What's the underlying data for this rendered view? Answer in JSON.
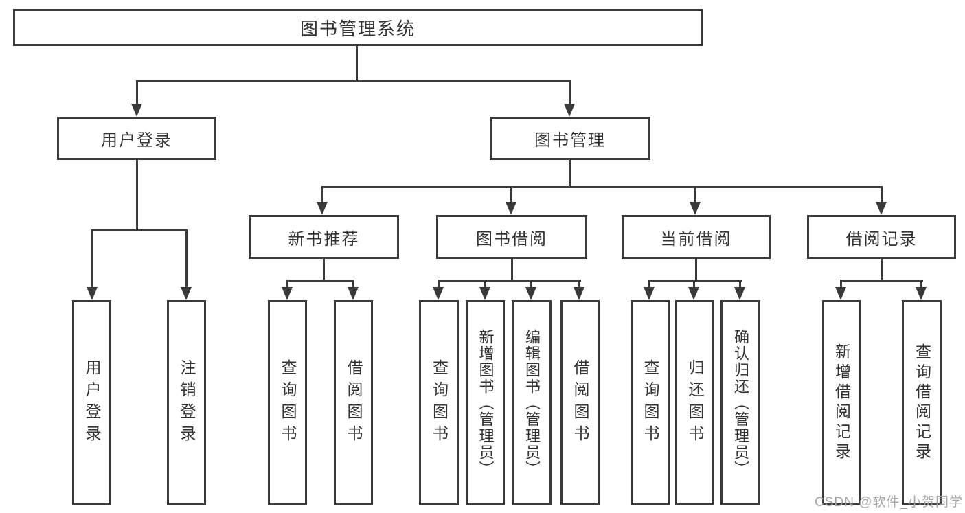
{
  "watermark": {
    "label": "CSDN @软件_小贺同学"
  },
  "colors": {
    "line": "#3a3a3a",
    "text": "#333333",
    "watermark_gray": "#a6a6a6",
    "background": "#ffffff"
  },
  "tree": {
    "root": {
      "label": "图书管理系统"
    },
    "branches": [
      {
        "label": "用户登录",
        "leaves": [
          {
            "label": "用户登录"
          },
          {
            "label": "注销登录"
          }
        ]
      },
      {
        "label": "图书管理",
        "groups": [
          {
            "label": "新书推荐",
            "leaves": [
              {
                "label": "查询图书"
              },
              {
                "label": "借阅图书"
              }
            ]
          },
          {
            "label": "图书借阅",
            "leaves": [
              {
                "label": "查询图书"
              },
              {
                "label": "新增图书（管理员）"
              },
              {
                "label": "编辑图书（管理员）"
              },
              {
                "label": "借阅图书"
              }
            ]
          },
          {
            "label": "当前借阅",
            "leaves": [
              {
                "label": "查询图书"
              },
              {
                "label": "归还图书"
              },
              {
                "label": "确认归还（管理员）"
              }
            ]
          },
          {
            "label": "借阅记录",
            "leaves": [
              {
                "label": "新增借阅记录"
              },
              {
                "label": "查询借阅记录"
              }
            ]
          }
        ]
      }
    ]
  }
}
